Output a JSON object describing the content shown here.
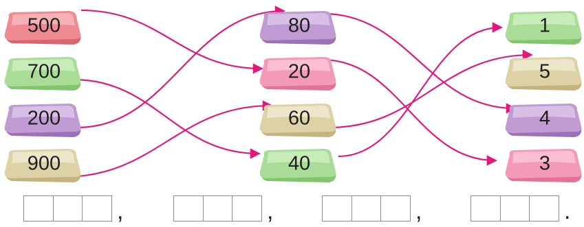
{
  "columns": [
    {
      "id": "col1",
      "items": [
        {
          "label": "500",
          "color": "red"
        },
        {
          "label": "700",
          "color": "green"
        },
        {
          "label": "200",
          "color": "purple"
        },
        {
          "label": "900",
          "color": "tan"
        }
      ]
    },
    {
      "id": "col2",
      "items": [
        {
          "label": "80",
          "color": "purple"
        },
        {
          "label": "20",
          "color": "pink"
        },
        {
          "label": "60",
          "color": "tan"
        },
        {
          "label": "40",
          "color": "green"
        }
      ]
    },
    {
      "id": "col3",
      "items": [
        {
          "label": "1",
          "color": "green"
        },
        {
          "label": "5",
          "color": "tan"
        },
        {
          "label": "4",
          "color": "purple"
        },
        {
          "label": "3",
          "color": "pink"
        }
      ]
    }
  ],
  "connections": [
    {
      "from": "col1.0",
      "to": "col2.1"
    },
    {
      "from": "col1.1",
      "to": "col2.3"
    },
    {
      "from": "col1.2",
      "to": "col2.0"
    },
    {
      "from": "col1.3",
      "to": "col2.2"
    },
    {
      "from": "col2.0",
      "to": "col3.2"
    },
    {
      "from": "col2.1",
      "to": "col3.3"
    },
    {
      "from": "col2.2",
      "to": "col3.1"
    },
    {
      "from": "col2.3",
      "to": "col3.0"
    }
  ],
  "answer_groups": [
    {
      "boxes": 3,
      "separator": ","
    },
    {
      "boxes": 3,
      "separator": ","
    },
    {
      "boxes": 3,
      "separator": ","
    },
    {
      "boxes": 3,
      "separator": "."
    }
  ],
  "colors": {
    "arrow": "#e0197d",
    "red": {
      "light": "#f7b7bd",
      "mid": "#ef8a93",
      "dark": "#d9636e"
    },
    "green": {
      "light": "#cdeec0",
      "mid": "#a9dc97",
      "dark": "#82c56e"
    },
    "purple": {
      "light": "#dcc5e8",
      "mid": "#bf9ad3",
      "dark": "#9c71b6"
    },
    "tan": {
      "light": "#f1ead1",
      "mid": "#ddd1a6",
      "dark": "#c2b37f"
    },
    "pink": {
      "light": "#fbc6d6",
      "mid": "#f39ab6",
      "dark": "#e27298"
    }
  }
}
